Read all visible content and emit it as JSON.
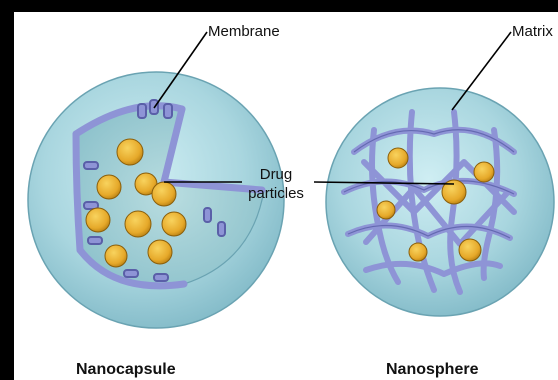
{
  "labels": {
    "membrane": "Membrane",
    "matrix": "Matrix",
    "drug_line1": "Drug",
    "drug_line2": "particles"
  },
  "captions": {
    "left": "Nanocapsule",
    "right": "Nanosphere"
  },
  "colors": {
    "shell": "#a9d6df",
    "shell_dark": "#7fb8c6",
    "polymer": "#8e94d6",
    "polymer_dark": "#5a5fa8",
    "drug": "#e6a92a",
    "drug_dark": "#b67e12"
  }
}
